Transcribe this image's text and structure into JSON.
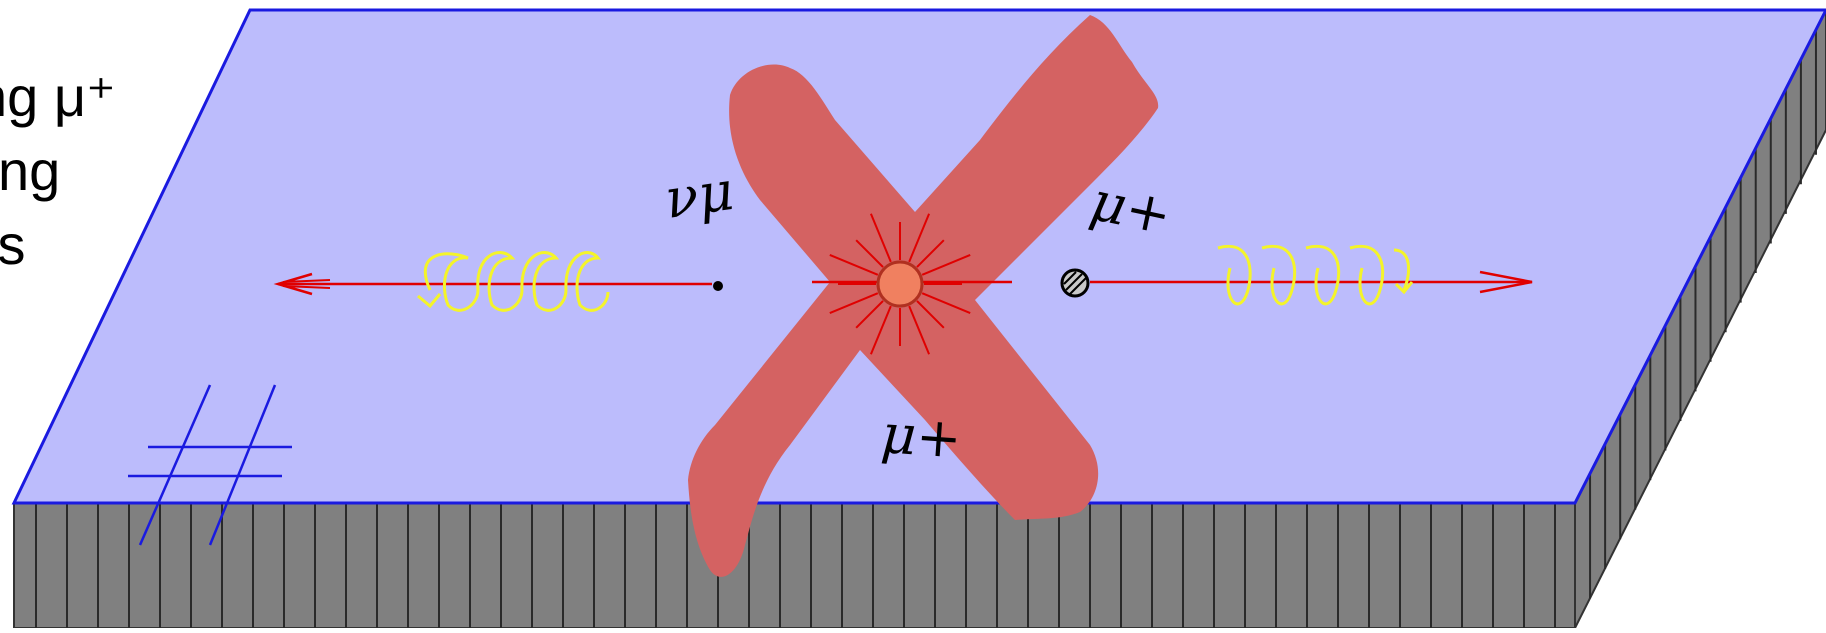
{
  "caption": {
    "line1": "ng μ⁺",
    "line2": "ting",
    "line3": "ts"
  },
  "annotations": {
    "left_label": "νμ",
    "right_label": "μ+",
    "center_label": "μ+"
  },
  "colors": {
    "plane_fill": "#bcbcfc",
    "plane_edge": "#1a1ae0",
    "slab_fill": "#808080",
    "cross_fill": "#d46262",
    "track": "#e00000",
    "spiral": "#f4f42a",
    "hash": "#1a1ae0",
    "nucleus": "#f08060"
  },
  "icons": {
    "cross": "red-x-mark-icon",
    "hash": "hash-symbol-icon"
  }
}
